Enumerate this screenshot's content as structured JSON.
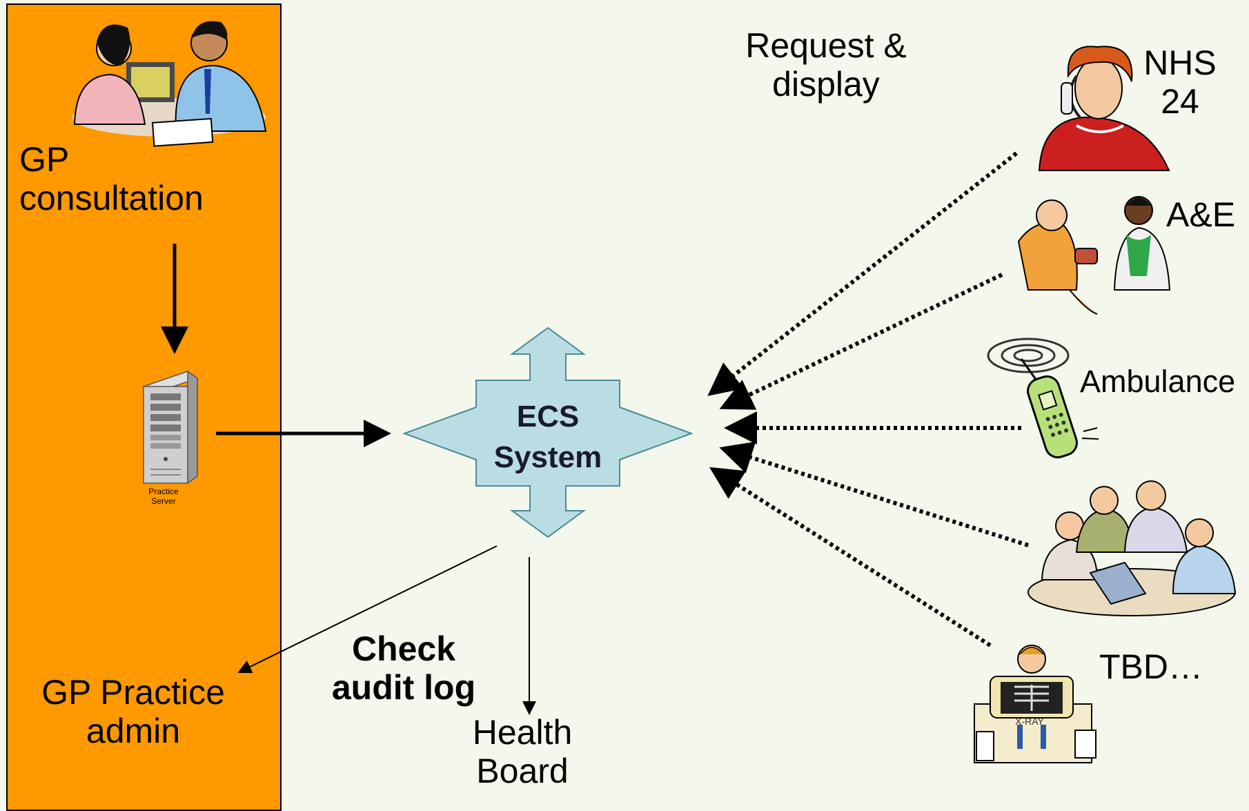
{
  "colors": {
    "background": "#f3f7ec",
    "gp_panel": "#ff9900",
    "ecs_arrow_fill": "#b9dde3",
    "ecs_arrow_stroke": "#4a8a94",
    "line": "#000000"
  },
  "labels": {
    "gp_consultation_line1": "GP",
    "gp_consultation_line2": "consultation",
    "practice_server_line1": "Practice",
    "practice_server_line2": "Server",
    "ecs_line1": "ECS",
    "ecs_line2": "System",
    "request_line1": "Request &",
    "request_line2": "display",
    "nhs24_line1": "NHS",
    "nhs24_line2": "24",
    "ae": "A&E",
    "ambulance": "Ambulance",
    "tbd": "TBD…",
    "gp_admin_line1": "GP Practice",
    "gp_admin_line2": "admin",
    "check_line1": "Check",
    "check_line2": "audit log",
    "health_line1": "Health",
    "health_line2": "Board",
    "xray_sign": "X-RAY"
  },
  "icons": {
    "consultation": "doctor-patient-consultation-illustration",
    "server": "server-tower-icon",
    "nhs24": "woman-on-telephone-illustration",
    "ae": "nurse-taking-blood-pressure-illustration",
    "ambulance": "ringing-mobile-phone-icon",
    "team": "meeting-team-at-laptop-illustration",
    "xray": "xray-machine-illustration"
  }
}
